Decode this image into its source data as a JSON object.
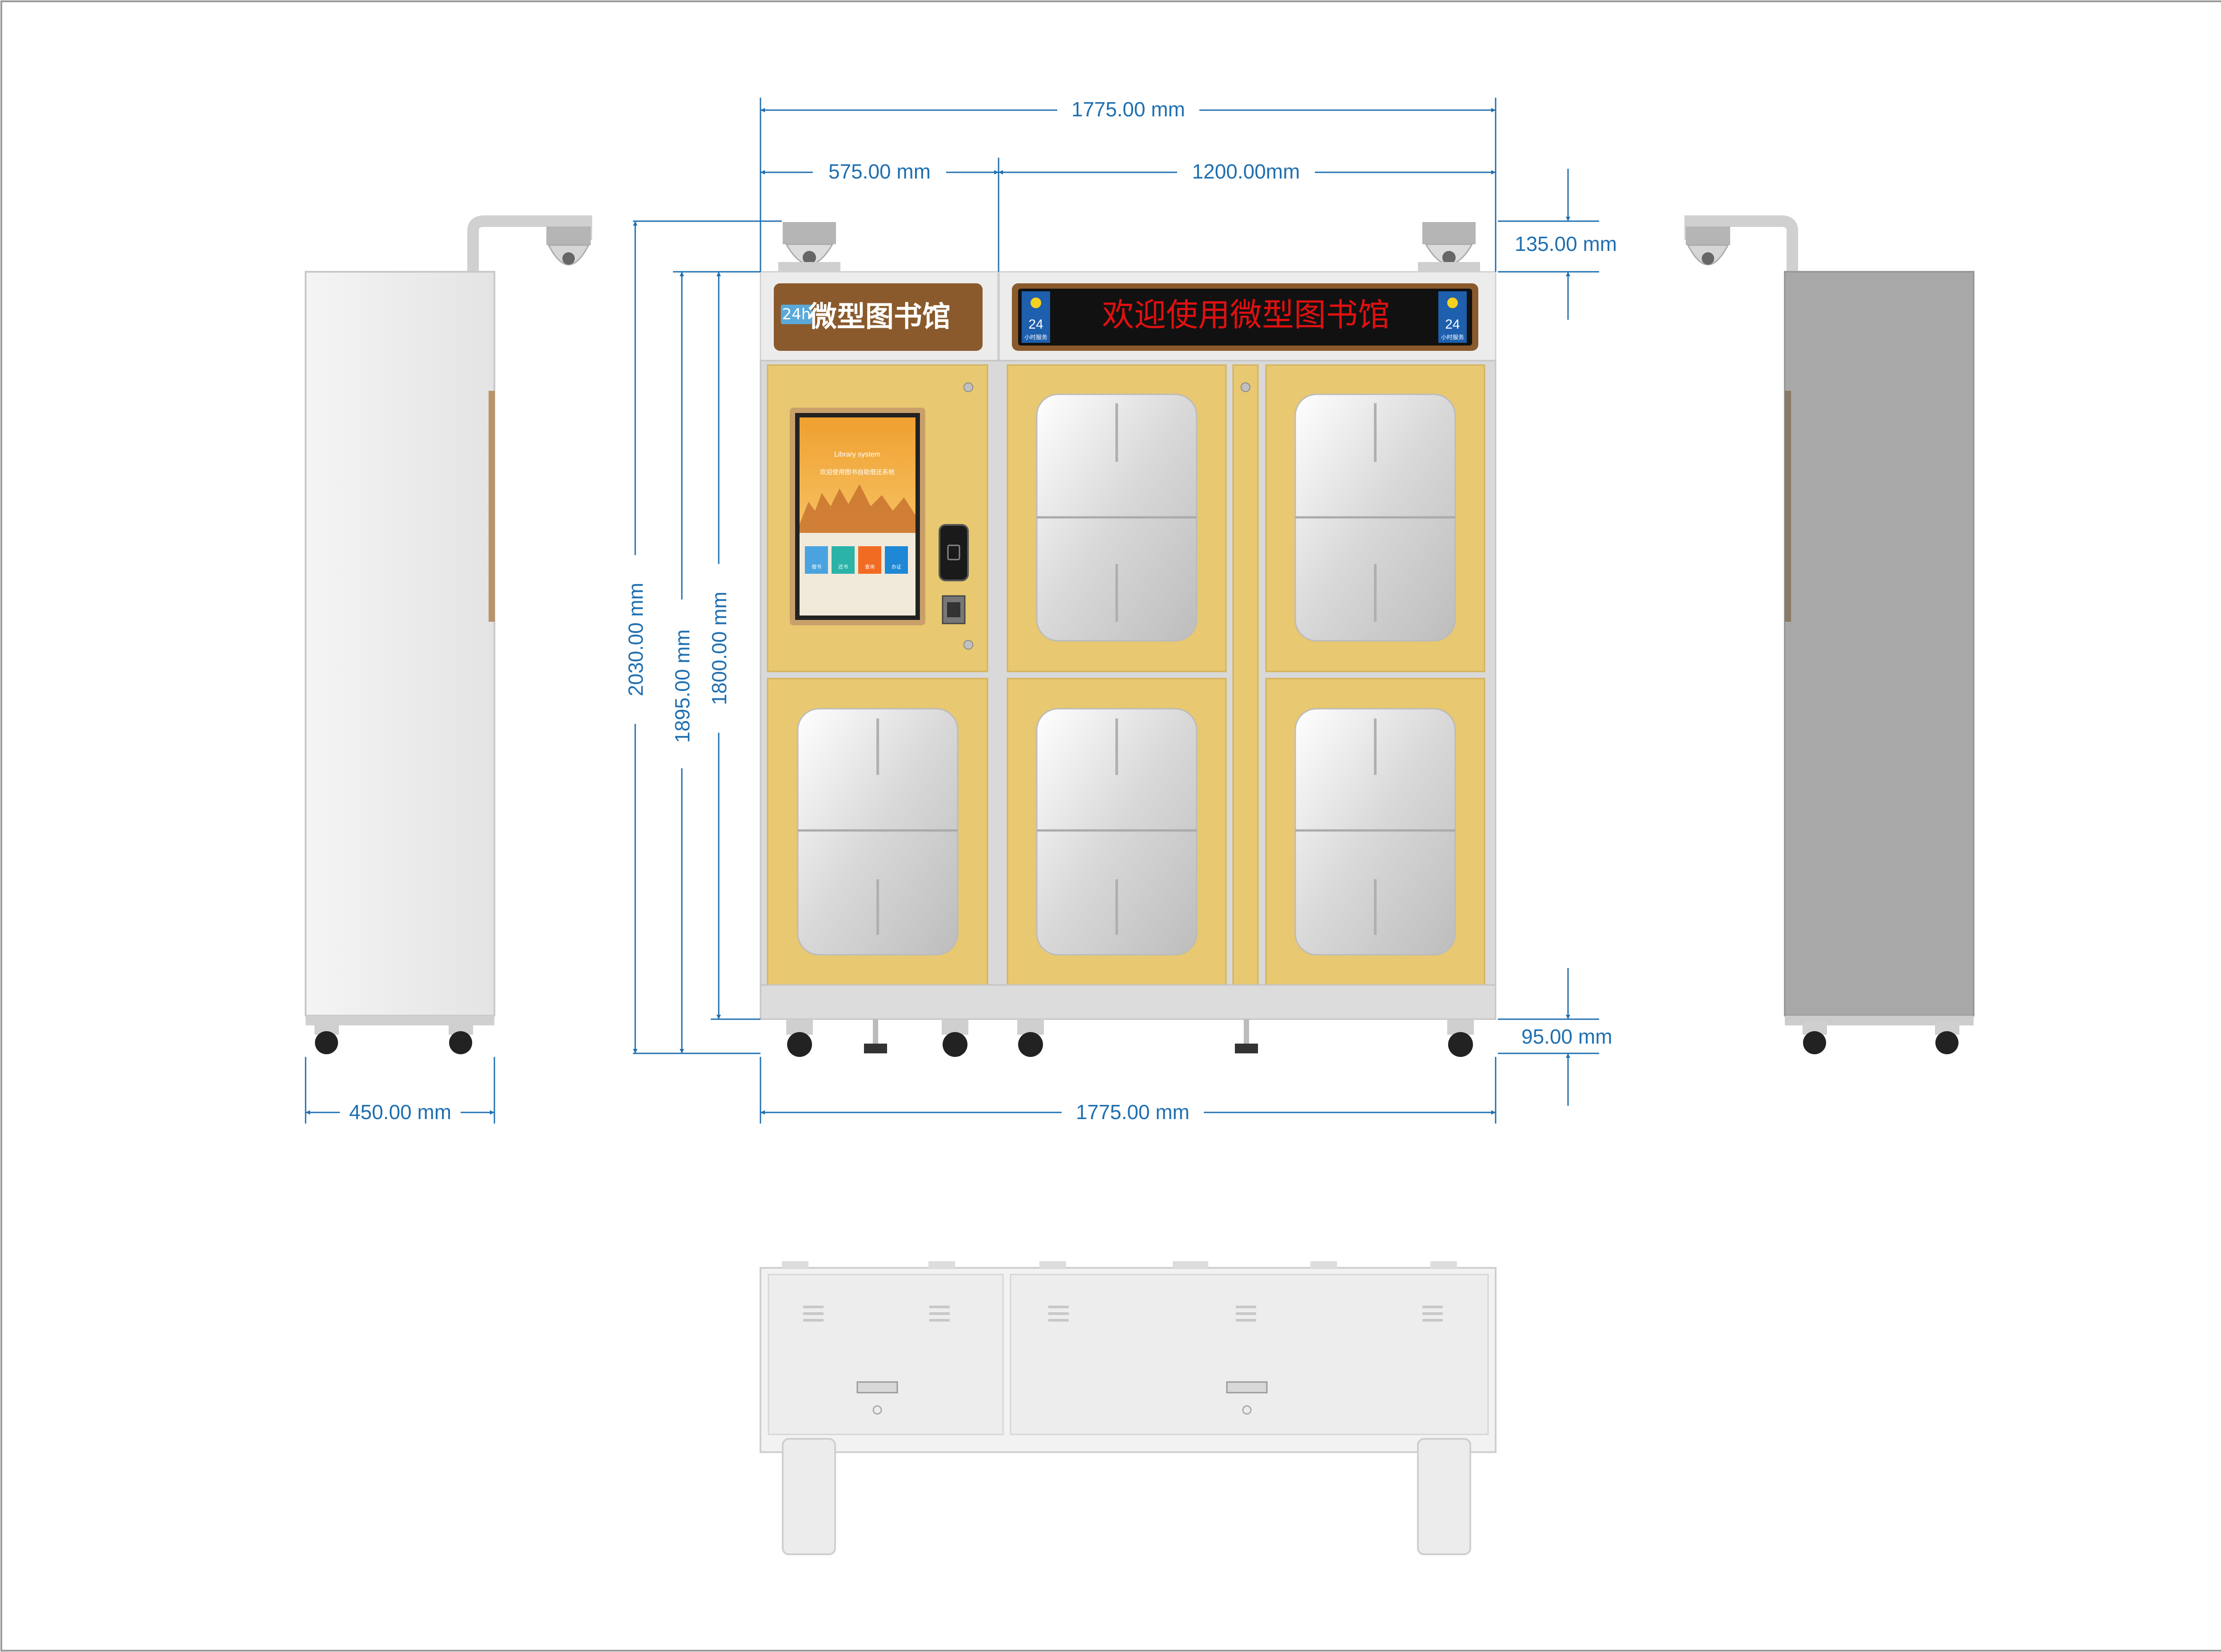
{
  "dimensions": {
    "total_width_top": "1775.00 mm",
    "left_module_width": "575.00 mm",
    "right_module_width": "1200.00mm",
    "camera_height": "135.00 mm",
    "total_height": "2030.00 mm",
    "cabinet_height": "1895.00 mm",
    "body_height": "1800.00 mm",
    "foot_height": "95.00 mm",
    "total_width_bottom": "1775.00 mm",
    "side_depth": "450.00 mm"
  },
  "front": {
    "left_sign_badge": "24h",
    "left_sign_title": "微型图书馆",
    "led_message": "欢迎使用微型图书馆",
    "service_badge_number": "24",
    "service_badge_caption": "小时服务",
    "screen_title": "Library system",
    "screen_subtitle": "欢迎使用图书自助借还系统",
    "screen_tiles": [
      {
        "label": "借书",
        "color": "#4aa3df"
      },
      {
        "label": "还书",
        "color": "#2bb3a7"
      },
      {
        "label": "查询",
        "color": "#f26b22"
      },
      {
        "label": "办证",
        "color": "#1e88d6"
      }
    ]
  },
  "colors": {
    "cabinet_yellow": "#e8c870",
    "frame_grey": "#d9d9d9",
    "sign_brown": "#8a5a2c",
    "led_black": "#111111",
    "dimension_blue": "#1f6fb0",
    "side_panel_light": "#eeeeee",
    "side_panel_dark": "#a8a8a8"
  }
}
